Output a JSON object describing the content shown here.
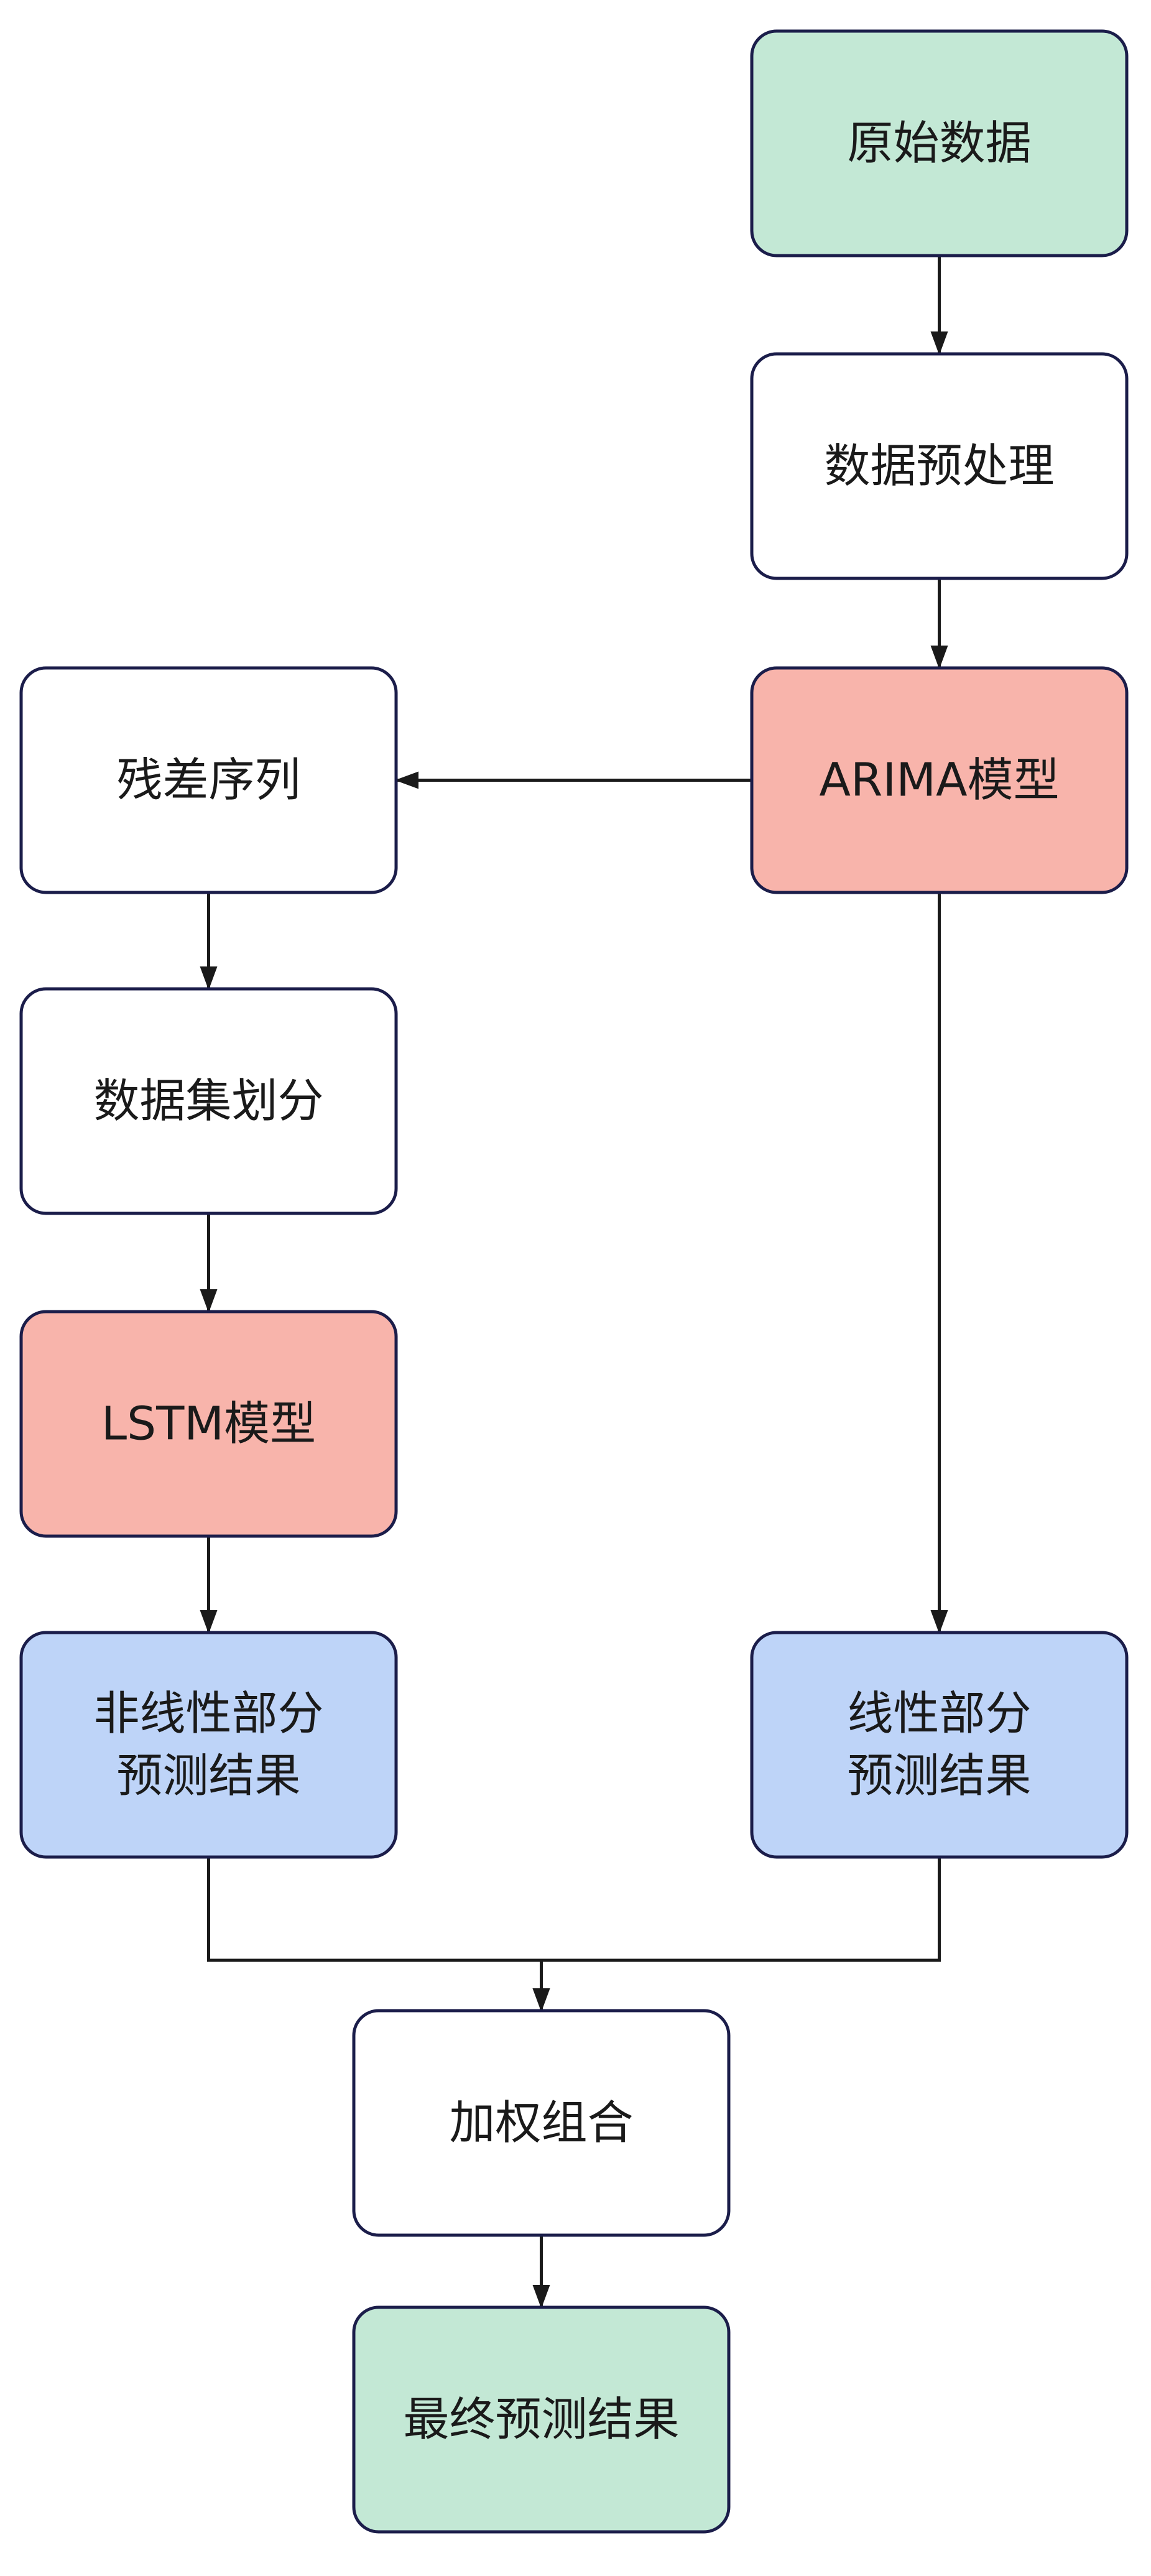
{
  "colors": {
    "start_end": "#c3e8d5",
    "process": "#ffffff",
    "model": "#f8b4ab",
    "result": "#bed4f8",
    "border": "#1b1d4a",
    "arrow": "#1a1a1a"
  },
  "nodes": [
    {
      "id": "raw",
      "lines": [
        "原始数据"
      ],
      "kind": "start_end"
    },
    {
      "id": "preprocess",
      "lines": [
        "数据预处理"
      ],
      "kind": "process"
    },
    {
      "id": "arima",
      "lines": [
        "ARIMA模型"
      ],
      "kind": "model"
    },
    {
      "id": "residual",
      "lines": [
        "残差序列"
      ],
      "kind": "process"
    },
    {
      "id": "split",
      "lines": [
        "数据集划分"
      ],
      "kind": "process"
    },
    {
      "id": "lstm",
      "lines": [
        "LSTM模型"
      ],
      "kind": "model"
    },
    {
      "id": "nonlinear",
      "lines": [
        "非线性部分",
        "预测结果"
      ],
      "kind": "result"
    },
    {
      "id": "linear",
      "lines": [
        "线性部分",
        "预测结果"
      ],
      "kind": "result"
    },
    {
      "id": "weighted",
      "lines": [
        "加权组合"
      ],
      "kind": "process"
    },
    {
      "id": "final",
      "lines": [
        "最终预测结果"
      ],
      "kind": "start_end"
    }
  ],
  "edges": [
    {
      "from": "raw",
      "to": "preprocess"
    },
    {
      "from": "preprocess",
      "to": "arima"
    },
    {
      "from": "arima",
      "to": "residual"
    },
    {
      "from": "residual",
      "to": "split"
    },
    {
      "from": "split",
      "to": "lstm"
    },
    {
      "from": "lstm",
      "to": "nonlinear"
    },
    {
      "from": "arima",
      "to": "linear"
    },
    {
      "from": "nonlinear",
      "to": "weighted"
    },
    {
      "from": "linear",
      "to": "weighted"
    },
    {
      "from": "weighted",
      "to": "final"
    }
  ]
}
